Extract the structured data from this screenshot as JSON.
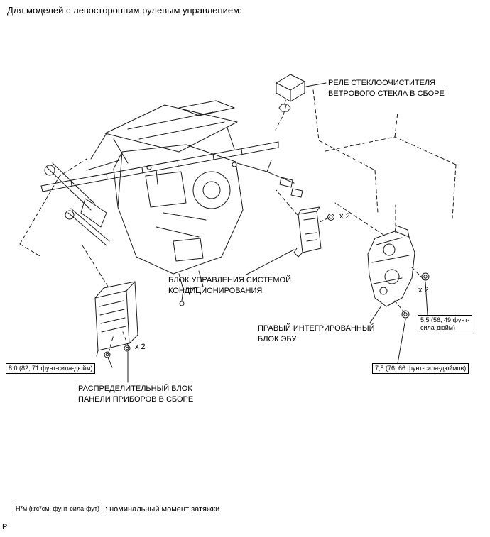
{
  "header": {
    "title": "Для моделей с левосторонним рулевым управлением:"
  },
  "labels": {
    "wiper_relay_line1": "РЕЛЕ СТЕКЛООЧИСТИТЕЛЯ",
    "wiper_relay_line2": "ВЕТРОВОГО СТЕКЛА В СБОРЕ",
    "ac_control_line1": "БЛОК УПРАВЛЕНИЯ СИСТЕМОЙ",
    "ac_control_line2": "КОНДИЦИОНИРОВАНИЯ",
    "right_ecu_line1": "ПРАВЫЙ ИНТЕГРИРОВАННЫЙ",
    "right_ecu_line2": "БЛОК ЭБУ",
    "junction_line1": "РАСПРЕДЕЛИТЕЛЬНЫЙ БЛОК",
    "junction_line2": "ПАНЕЛИ ПРИБОРОВ В СБОРЕ"
  },
  "torque": {
    "junction": "8,0 (82, 71 фунт-сила-дюйм)",
    "ecu_bracket_line1": "5,5 (56, 49 фунт-",
    "ecu_bracket_line2": "сила-дюйм)",
    "ecu_bolt": "7,5 (76, 66 фунт-сила-дюймов)"
  },
  "markers": {
    "x2": "x 2"
  },
  "legend": {
    "unit_box": "Н*м (кгс*см, фунт-сила-фут)",
    "description": ": номинальный момент затяжки"
  },
  "page": {
    "corner_letter": "P"
  }
}
